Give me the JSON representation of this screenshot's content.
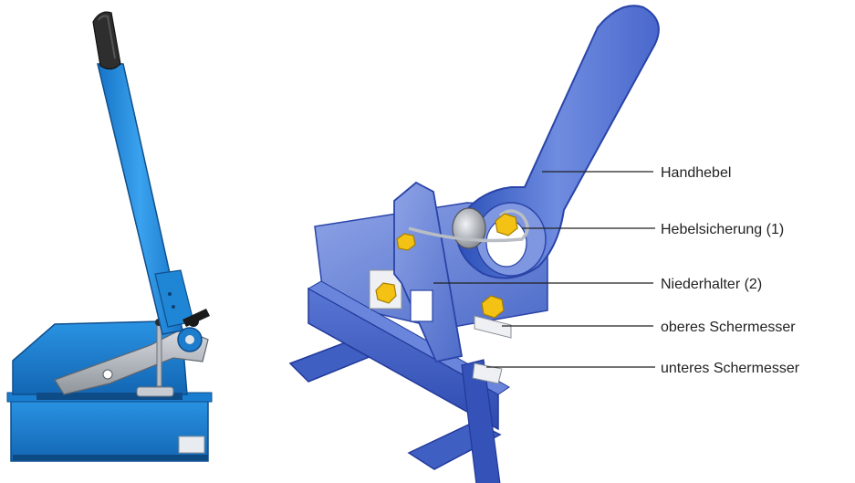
{
  "labels": {
    "handhebel": "Handhebel",
    "hebelsicherung": "Hebelsicherung (1)",
    "niederhalter": "Niederhalter (2)",
    "oberes_schermesser": "oberes Schermesser",
    "unteres_schermesser": "unteres Schermesser"
  },
  "colors": {
    "photo_blue": "#1f86d6",
    "photo_blue_dark": "#135fa2",
    "illustration_blue": "#3f5fc2",
    "illustration_blue_light": "#7f97e0",
    "bolt_yellow": "#f4c214",
    "blade_gray": "#c9cdd3",
    "leader_line": "#222222"
  }
}
